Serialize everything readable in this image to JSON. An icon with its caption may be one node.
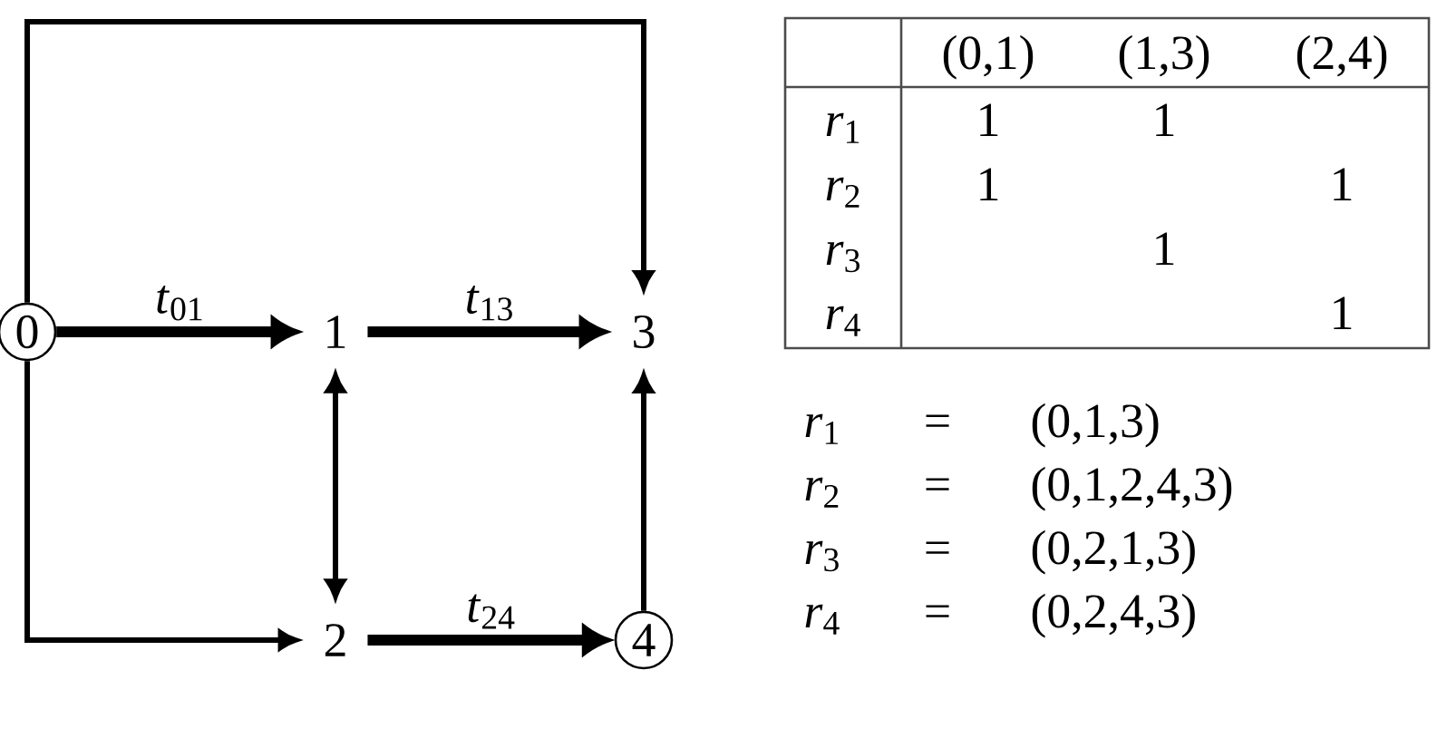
{
  "diagram": {
    "nodes": [
      {
        "text": [
          "0"
        ]
      },
      {
        "text": [
          "1"
        ]
      },
      {
        "text": [
          "2"
        ]
      },
      {
        "text": [
          "3"
        ]
      },
      {
        "text": [
          "4"
        ]
      }
    ],
    "edges": [
      {
        "from": 0,
        "to": 3,
        "arrow": "to"
      },
      {
        "from": 0,
        "to": 1,
        "arrow": "to",
        "label": "*t*$_{01}$",
        "style": "thick"
      },
      {
        "from": 1,
        "to": 3,
        "arrow": "to",
        "label": "*t*$_{13}$",
        "style": "thick"
      },
      {
        "from": 0,
        "to": 2,
        "arrow": "to"
      },
      {
        "from": 1,
        "to": 2,
        "arrow": "both"
      },
      {
        "from": 2,
        "to": 4,
        "arrow": "to",
        "label": "*t*$_{24}$",
        "style": "thick"
      },
      {
        "from": 4,
        "to": 3,
        "arrow": "to"
      }
    ],
    "labels": [
      "(0,1)",
      "(1,3)",
      "(2,4)",
      "*r*$_{1}$",
      "1",
      "1",
      "*r*$_{2}$",
      "1",
      "1",
      "*r*$_{3}$",
      "1",
      "*r*$_{4}$",
      "1",
      "*r*$_{1}$",
      "=",
      "(0,1,3)",
      "*r*$_{2}$",
      "=",
      "(0,1,2,4,3)",
      "*r*$_{3}$",
      "=",
      "(0,2,1,3)",
      "*r*$_{4}$",
      "=",
      "(0,2,4,3)"
    ]
  }
}
